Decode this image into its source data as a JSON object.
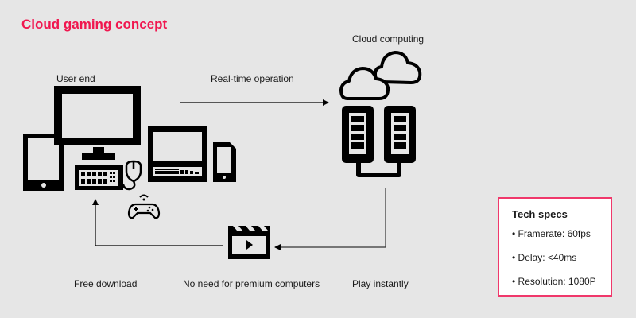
{
  "title": "Cloud gaming concept",
  "colors": {
    "accent": "#f0174f",
    "background": "#e6e6e6",
    "icon": "#000000",
    "spec_border": "#f0386b"
  },
  "nodes": {
    "user_end": {
      "label": "User end",
      "icons": [
        "tablet-icon",
        "desktop-monitor-icon",
        "keyboard-icon",
        "mouse-icon",
        "laptop-icon",
        "smartphone-icon",
        "gamepad-icon"
      ]
    },
    "cloud": {
      "label": "Cloud computing",
      "icons": [
        "cloud-icon",
        "server-icon"
      ]
    },
    "video": {
      "icons": [
        "video-clapperboard-icon"
      ]
    }
  },
  "edges": {
    "realtime": {
      "label": "Real-time operation",
      "from": "user_end",
      "to": "cloud"
    },
    "stream": {
      "from": "cloud",
      "to": "video"
    },
    "download": {
      "from": "video",
      "to": "user_end"
    }
  },
  "bottom_labels": {
    "free_download": "Free download",
    "no_premium": "No need for premium computers",
    "play_instantly": "Play instantly"
  },
  "tech_specs": {
    "title": "Tech specs",
    "items": [
      "Framerate: 60fps",
      "Delay: <40ms",
      "Resolution: 1080P"
    ]
  }
}
